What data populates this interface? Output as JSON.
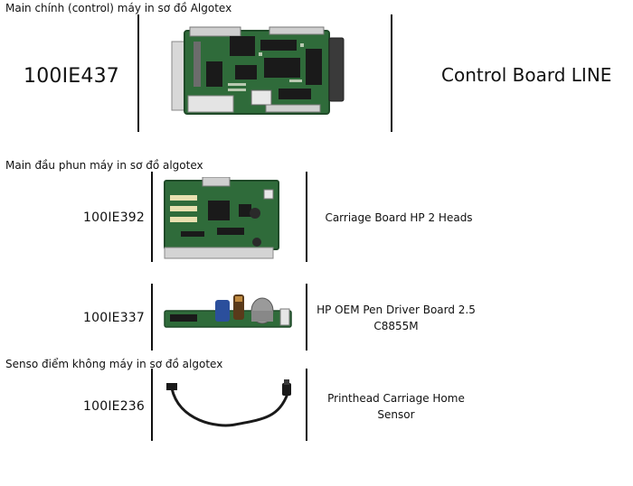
{
  "sections": [
    {
      "title": "Main chính (control) máy in sơ đồ Algotex",
      "items": [
        {
          "code": "100IE437",
          "description": "Control Board LINE",
          "image_icon": "control-board-image"
        }
      ]
    },
    {
      "title": "Main đầu phun máy in sơ đồ algotex",
      "items": [
        {
          "code": "100IE392",
          "description": "Carriage Board HP 2 Heads",
          "image_icon": "carriage-board-image"
        },
        {
          "code": "100IE337",
          "description": "HP OEM Pen Driver Board 2.5 C8855M",
          "image_icon": "pen-driver-board-image"
        }
      ]
    },
    {
      "title": "Senso điểm không máy in sơ đồ algotex",
      "items": [
        {
          "code": "100IE236",
          "description": "Printhead Carriage Home Sensor",
          "image_icon": "home-sensor-cable-image"
        }
      ]
    }
  ],
  "colors": {
    "pcb_green": "#2f6b3a",
    "pcb_dark": "#1f4a28",
    "chip_black": "#1a1a1a",
    "connector_grey": "#cfcfcf",
    "capacitor_blue": "#2b4f9c"
  }
}
